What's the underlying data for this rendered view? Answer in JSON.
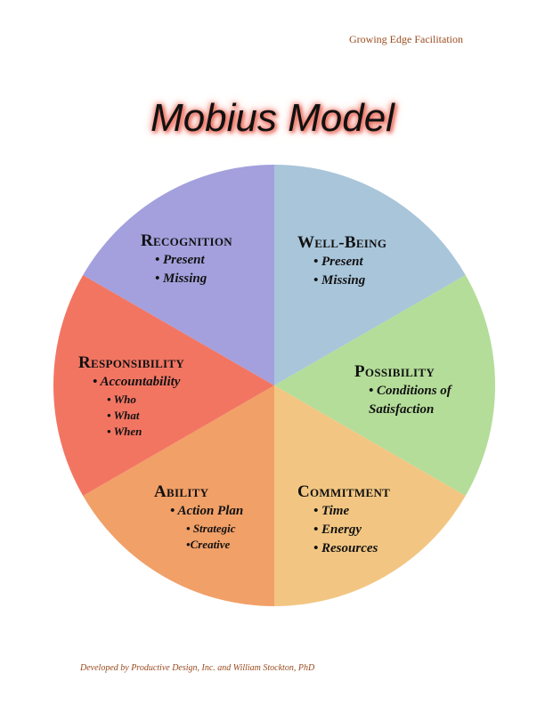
{
  "header": "Growing Edge Facilitation",
  "title": "Mobius Model",
  "footer": "Developed by Productive Design, Inc. and William Stockton, PhD",
  "sectors": [
    {
      "name": "Well-Being",
      "color": "#a9c5da",
      "bullets": [
        "Present",
        "Missing"
      ]
    },
    {
      "name": "Possibility",
      "color": "#b4dd99",
      "bullets": [
        "Conditions of Satisfaction"
      ]
    },
    {
      "name": "Commitment",
      "color": "#f2c682",
      "bullets": [
        "Time",
        "Energy",
        "Resources"
      ]
    },
    {
      "name": "Ability",
      "color": "#f1a068",
      "bullets": [
        "Action Plan"
      ],
      "sub": [
        "Strategic",
        "Creative"
      ]
    },
    {
      "name": "Responsibility",
      "color": "#f27562",
      "bullets": [
        "Accountability"
      ],
      "sub": [
        "Who",
        "What",
        "When"
      ]
    },
    {
      "name": "Recognition",
      "color": "#a3a0dd",
      "bullets": [
        "Present",
        "Missing"
      ]
    }
  ]
}
